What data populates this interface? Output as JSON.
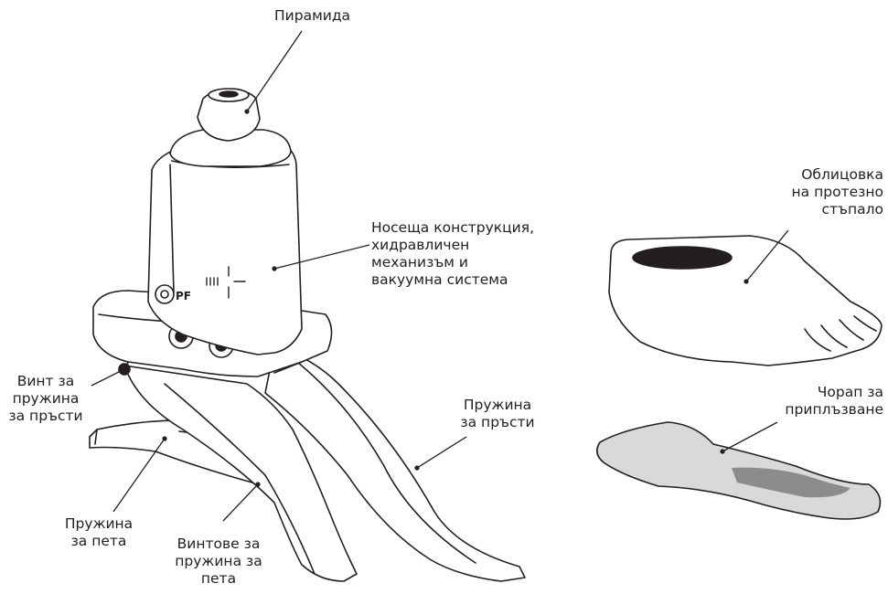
{
  "labels": {
    "pyramid": [
      "Пирамида"
    ],
    "support": [
      "Носеща конструкция,",
      "хидравличен",
      "механизъм и",
      "вакуумна система"
    ],
    "cover": [
      "Облицовка",
      "на протезно",
      "стъпало"
    ],
    "sock": [
      "Чорап за",
      "приплъзване"
    ],
    "toe_spring": [
      "Пружина",
      "за пръсти"
    ],
    "toe_screw": [
      "Винт за",
      "пружина",
      "за пръсти"
    ],
    "heel_spring": [
      "Пружина",
      "за пета"
    ],
    "heel_screws": [
      "Винтове за",
      "пружина за",
      "пета"
    ]
  },
  "markings": {
    "pf": "PF"
  }
}
